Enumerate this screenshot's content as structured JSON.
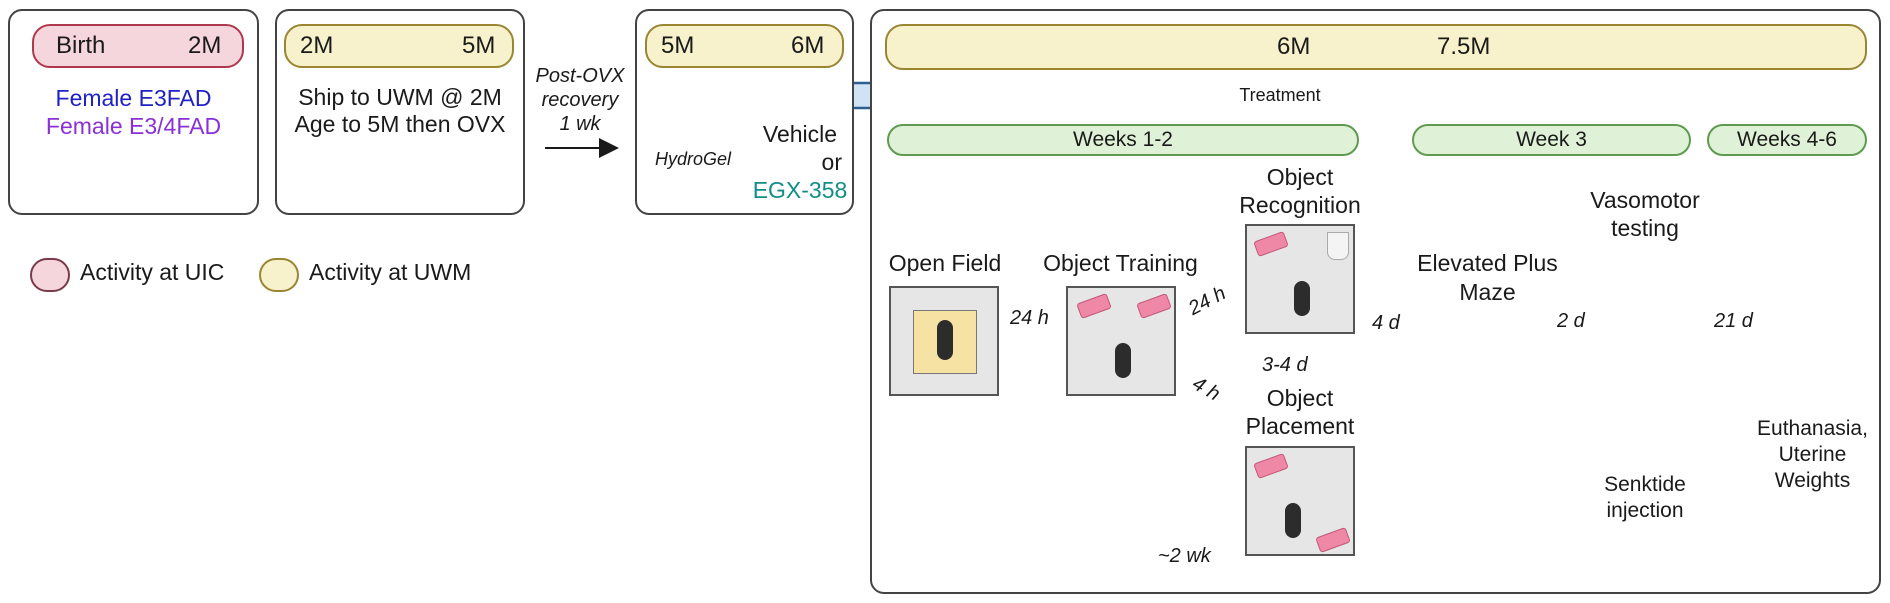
{
  "colors": {
    "uic_fill": "#f6d6dd",
    "uic_border": "#b0384e",
    "uwm_fill": "#f7f1cc",
    "uwm_border": "#9a8530",
    "green_fill": "#dff1d6",
    "green_border": "#5e9b4e",
    "blue": "#1f22c4",
    "purple": "#8b2fd6",
    "teal": "#138e86",
    "treatment_fill": "#cfe3f4",
    "treatment_border": "#2d5f8c"
  },
  "panel1": {
    "from": "Birth",
    "to": "2M",
    "line1": "Female E3FAD",
    "line2": "Female E3/4FAD"
  },
  "panel2": {
    "from": "2M",
    "to": "5M",
    "line1": "Ship to UWM @ 2M",
    "line2": "Age to 5M then OVX"
  },
  "recovery": {
    "line1": "Post-OVX",
    "line2": "recovery",
    "line3": "1 wk"
  },
  "panel3": {
    "from": "5M",
    "to": "6M",
    "hydrogel": "HydroGel",
    "line1": "Vehicle",
    "line2": "or",
    "line3": "EGX-358"
  },
  "panel4": {
    "from": "6M",
    "to": "7.5M",
    "treatment": "Treatment",
    "weeks1": "Weeks 1-2",
    "weeks3": "Week 3",
    "weeks4": "Weeks 4-6"
  },
  "legend": {
    "uic": "Activity at UIC",
    "uwm": "Activity at UWM"
  },
  "tests": {
    "open_field": "Open Field",
    "object_training": "Object Training",
    "recog_1": "Object",
    "recog_2": "Recognition",
    "place_1": "Object",
    "place_2": "Placement",
    "epm_1": "Elevated Plus",
    "epm_2": "Maze",
    "vaso_1": "Vasomotor",
    "vaso_2": "testing",
    "senk_1": "Senktide",
    "senk_2": "injection",
    "euth_1": "Euthanasia,",
    "euth_2": "Uterine",
    "euth_3": "Weights"
  },
  "intervals": {
    "t24h_a": "24 h",
    "t24h_b": "24 h",
    "t4h": "4 h",
    "t34d": "3-4 d",
    "t4d": "4 d",
    "t2d": "2 d",
    "t21d": "21 d",
    "t2wk": "~2 wk"
  }
}
